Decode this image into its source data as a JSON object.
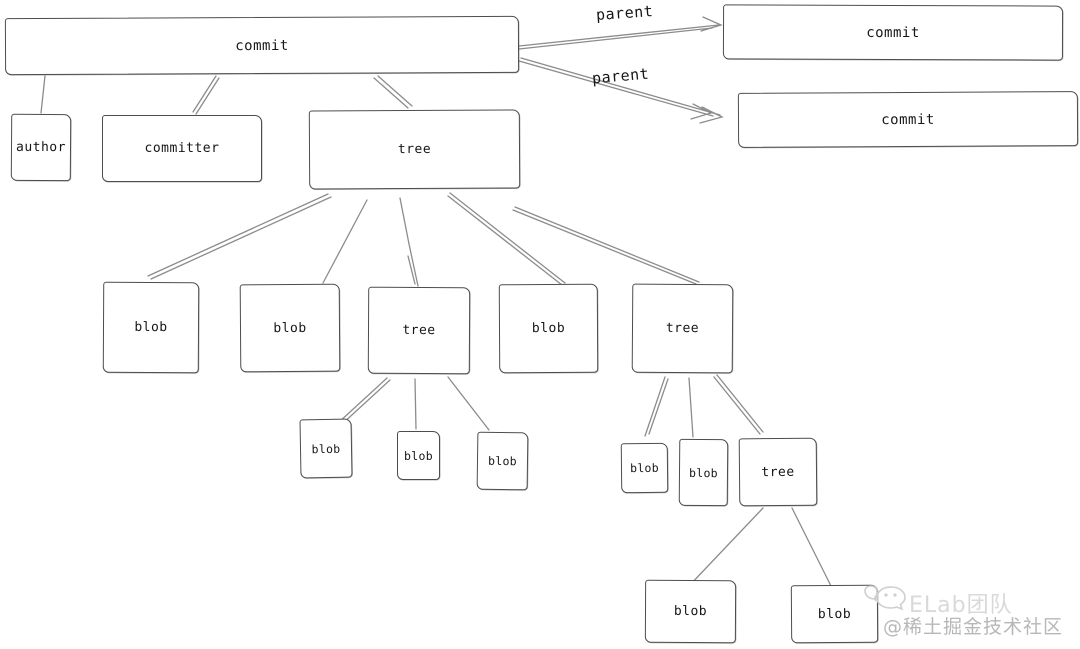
{
  "diagram": {
    "nodes": {
      "commit_main": "commit",
      "commit_parent_top": "commit",
      "commit_parent_bottom": "commit",
      "author": "author",
      "committer": "committer",
      "tree_main": "tree",
      "blob_1": "blob",
      "blob_2": "blob",
      "tree_mid": "tree",
      "blob_3": "blob",
      "tree_2": "tree",
      "blob_a": "blob",
      "blob_b": "blob",
      "blob_c": "blob",
      "blob_d": "blob",
      "blob_e": "blob",
      "tree_3": "tree",
      "blob_f": "blob",
      "blob_g": "blob"
    },
    "edge_labels": {
      "parent_top": "parent",
      "parent_bottom": "parent"
    },
    "colors": {
      "line": "#8c8c8c",
      "box_border": "#4d4d4d",
      "text": "#161616",
      "watermark_light": "#d9d9d9",
      "watermark_mid": "#b7b7b7"
    }
  },
  "watermark": {
    "icon": "wechat-chat-bubbles-icon",
    "brand": "ELab团队",
    "community": "@稀土掘金技术社区"
  }
}
